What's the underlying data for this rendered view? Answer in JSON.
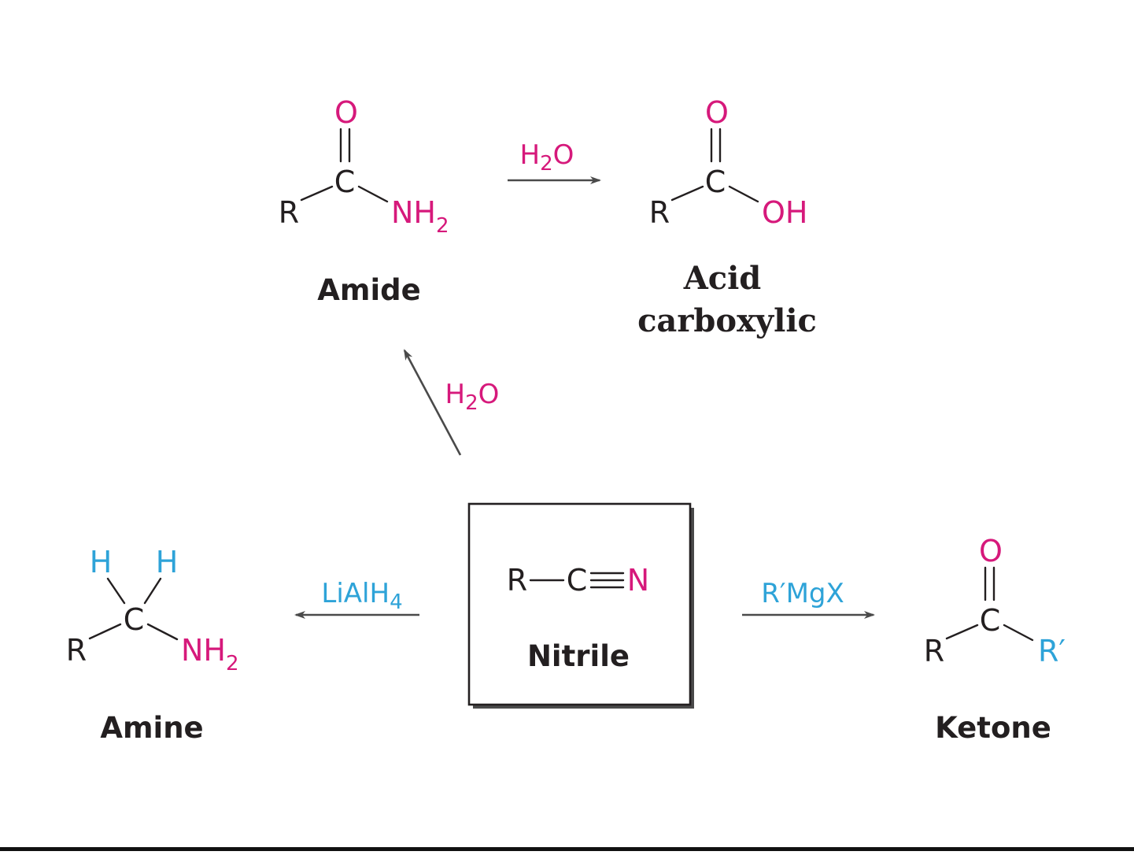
{
  "colors": {
    "ink": "#231f20",
    "magenta": "#d6197b",
    "cyan": "#2ea3d8",
    "arrow": "#4a4a4a"
  },
  "amide": {
    "r": "R",
    "c": "C",
    "o": "O",
    "n": "NH",
    "n_sub": "2",
    "name": "Amide"
  },
  "acid": {
    "r": "R",
    "c": "C",
    "o": "O",
    "oh": "OH",
    "name_line1": "Acid",
    "name_line2": "carboxylic"
  },
  "nitrile": {
    "formula_r": "R",
    "formula_c": "C",
    "formula_n": "N",
    "name": "Nitrile"
  },
  "amine": {
    "h1": "H",
    "h2": "H",
    "r": "R",
    "c": "C",
    "n": "NH",
    "n_sub": "2",
    "name": "Amine"
  },
  "ketone": {
    "o": "O",
    "r": "R",
    "c": "C",
    "r2": "R′",
    "name": "Ketone"
  },
  "reagents": {
    "amide_to_acid": {
      "main": "H",
      "sub": "2",
      "tail": "O"
    },
    "nitrile_to_amide": {
      "main": "H",
      "sub": "2",
      "tail": "O"
    },
    "nitrile_to_amine": {
      "main": "LiAlH",
      "sub": "4"
    },
    "nitrile_to_ketone": {
      "main": "R′MgX"
    }
  }
}
